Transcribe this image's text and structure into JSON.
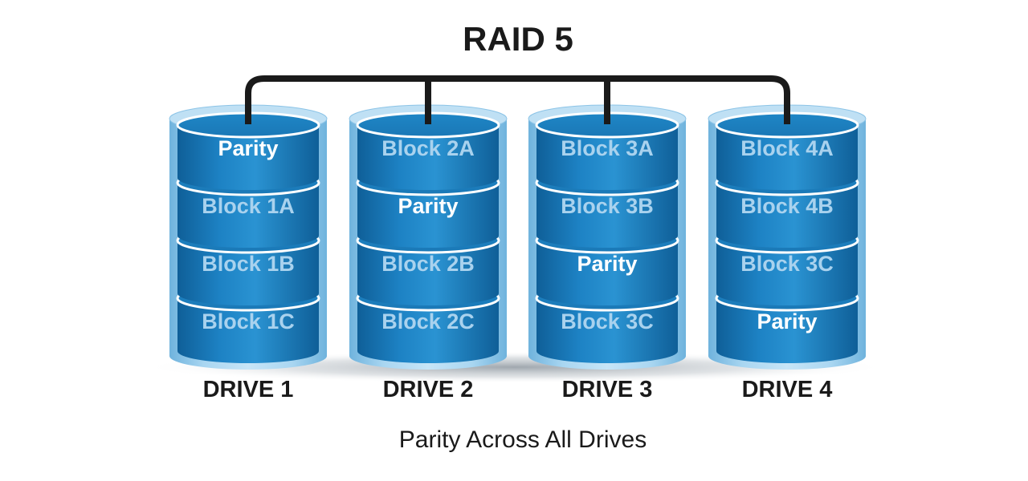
{
  "title": "RAID 5",
  "caption": "Parity Across All Drives",
  "colors": {
    "label_parity": "#ffffff",
    "label_block": "#a9d2ee",
    "connector": "#1a1a1a",
    "heading": "#1a1a1a"
  },
  "drives": [
    {
      "label": "DRIVE 1",
      "segments": [
        {
          "text": "Parity",
          "kind": "parity"
        },
        {
          "text": "Block 1A",
          "kind": "block"
        },
        {
          "text": "Block 1B",
          "kind": "block"
        },
        {
          "text": "Block 1C",
          "kind": "block"
        }
      ]
    },
    {
      "label": "DRIVE 2",
      "segments": [
        {
          "text": "Block 2A",
          "kind": "block"
        },
        {
          "text": "Parity",
          "kind": "parity"
        },
        {
          "text": "Block 2B",
          "kind": "block"
        },
        {
          "text": "Block 2C",
          "kind": "block"
        }
      ]
    },
    {
      "label": "DRIVE 3",
      "segments": [
        {
          "text": "Block 3A",
          "kind": "block"
        },
        {
          "text": "Block 3B",
          "kind": "block"
        },
        {
          "text": "Parity",
          "kind": "parity"
        },
        {
          "text": "Block 3C",
          "kind": "block"
        }
      ]
    },
    {
      "label": "DRIVE 4",
      "segments": [
        {
          "text": "Block 4A",
          "kind": "block"
        },
        {
          "text": "Block 4B",
          "kind": "block"
        },
        {
          "text": "Block 3C",
          "kind": "block"
        },
        {
          "text": "Parity",
          "kind": "parity"
        }
      ]
    }
  ]
}
